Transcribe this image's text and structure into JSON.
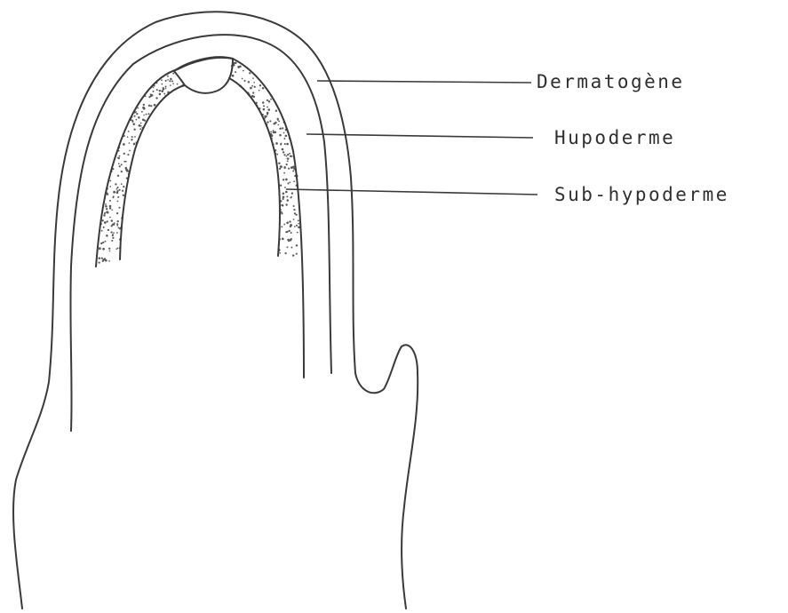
{
  "labels": {
    "dermatogene": "Dermatogène",
    "hypoderme": "Hupoderme",
    "sub_hypoderme": "Sub-hypoderme"
  },
  "colors": {
    "ink": "#3a3a3a",
    "stipple": "#5a5a5a",
    "background": "#ffffff"
  }
}
